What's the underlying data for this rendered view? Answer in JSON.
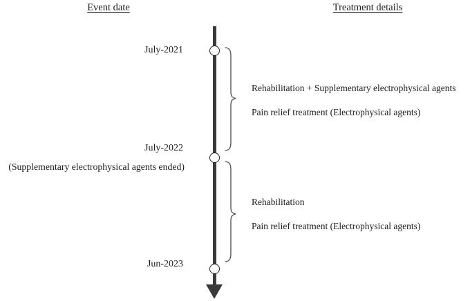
{
  "headers": {
    "event_date": "Event date",
    "treatment_details": "Treatment details"
  },
  "timeline": {
    "events": [
      {
        "date": "July-2021",
        "note": ""
      },
      {
        "date": "July-2022",
        "note": "(Supplementary electrophysical agents ended)"
      },
      {
        "date": "Jun-2023",
        "note": ""
      }
    ],
    "periods": [
      {
        "treatments": [
          "Rehabilitation + Supplementary electrophysical agents",
          "Pain relief treatment (Electrophysical agents)"
        ]
      },
      {
        "treatments": [
          "Rehabilitation",
          "Pain relief treatment (Electrophysical agents)"
        ]
      }
    ]
  },
  "colors": {
    "line": "#3a3a3a",
    "text": "#1c1c1c",
    "brace": "#4a4a4a",
    "background": "#ffffff"
  }
}
